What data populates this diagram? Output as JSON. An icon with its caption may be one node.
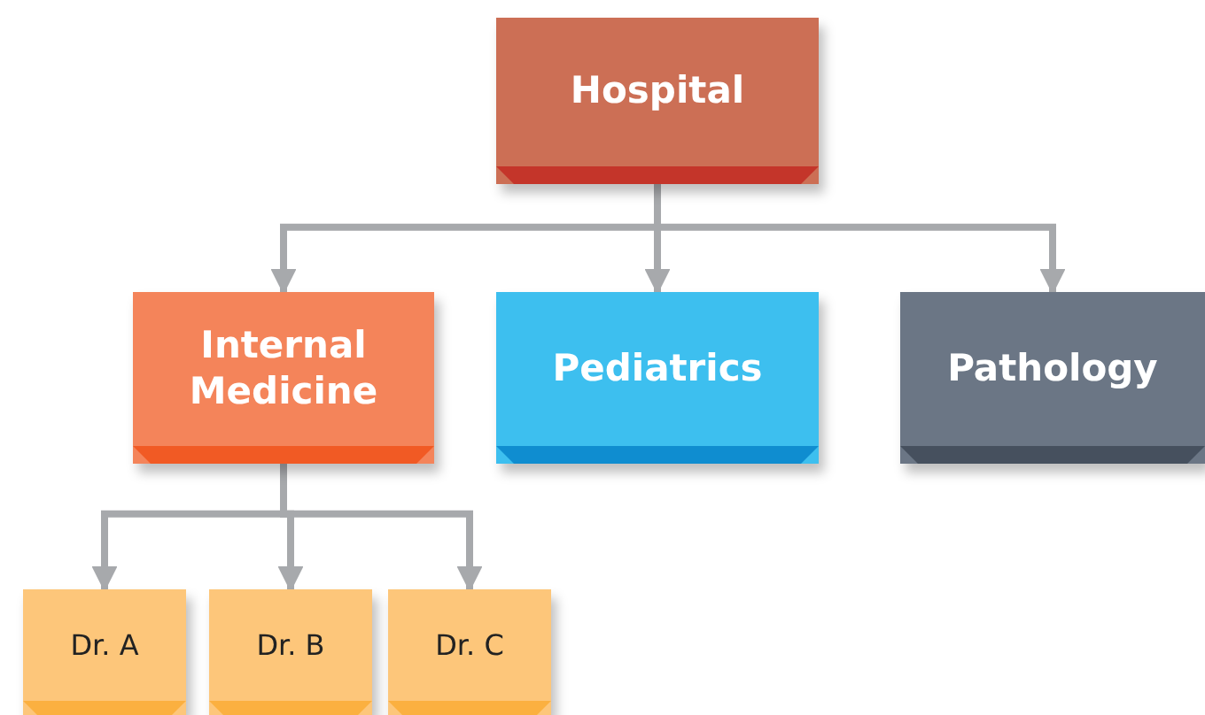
{
  "diagram": {
    "nodes": [
      {
        "text": [
          "Hospital"
        ]
      },
      {
        "text": [
          "Internal Medicine"
        ]
      },
      {
        "text": [
          "Pediatrics"
        ]
      },
      {
        "text": [
          "Pathology"
        ]
      },
      {
        "text": [
          "Dr. A"
        ]
      },
      {
        "text": [
          "Dr. B"
        ]
      },
      {
        "text": [
          "Dr. C"
        ]
      }
    ],
    "edges": [
      {
        "from": 0,
        "to": 1,
        "arrow": "to"
      },
      {
        "from": 0,
        "to": 2,
        "arrow": "to"
      },
      {
        "from": 0,
        "to": 3,
        "arrow": "to"
      },
      {
        "from": 1,
        "to": 4,
        "arrow": "to"
      },
      {
        "from": 1,
        "to": 5,
        "arrow": "to"
      },
      {
        "from": 1,
        "to": 6,
        "arrow": "to"
      }
    ]
  }
}
